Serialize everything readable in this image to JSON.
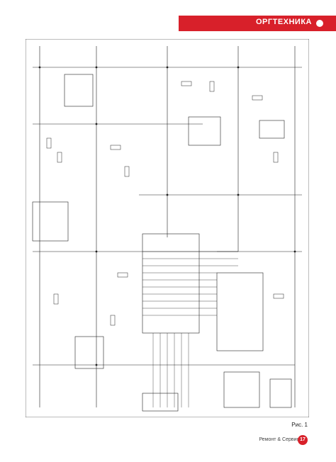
{
  "header": {
    "section_title": "ОРГТЕХНИКА",
    "accent": "#d8202a"
  },
  "figure": {
    "label": "Рис. 1"
  },
  "footer": {
    "text": "Ремонт & Сервис",
    "page": "17"
  }
}
